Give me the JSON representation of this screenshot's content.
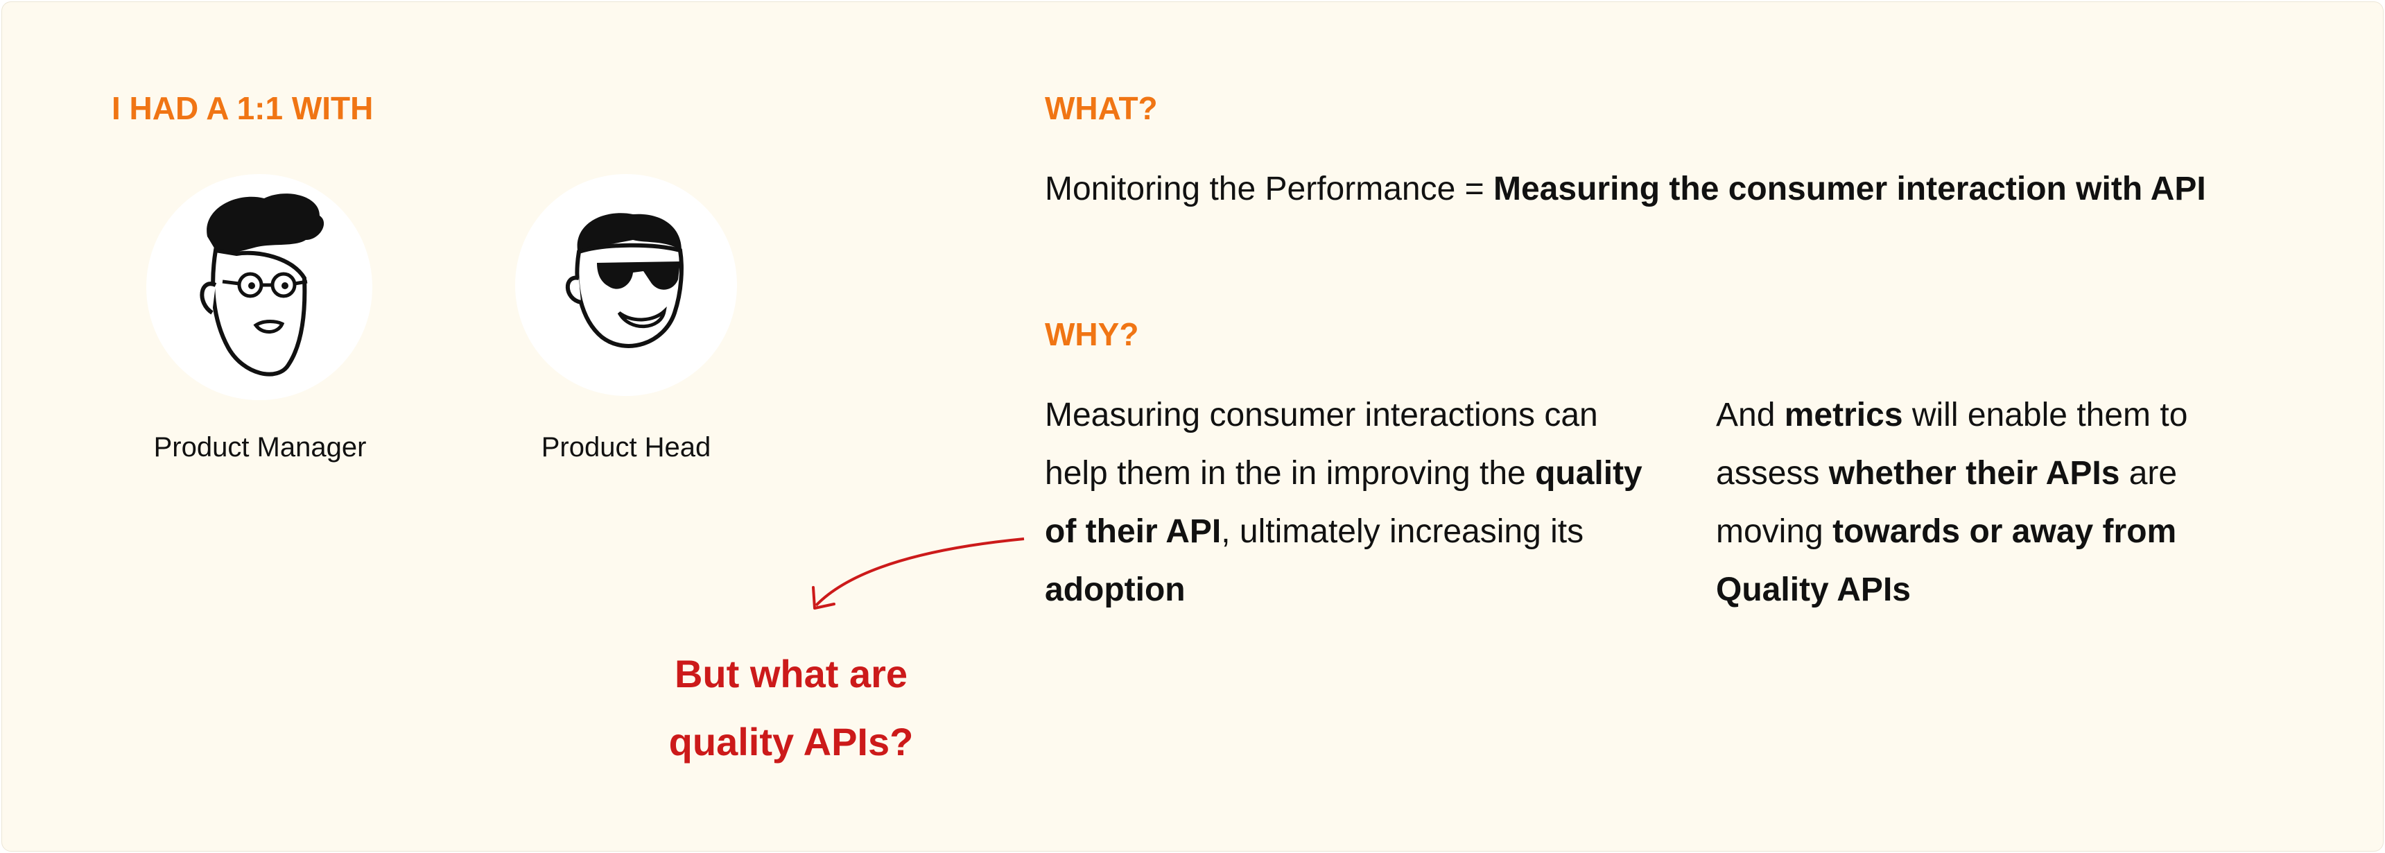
{
  "left": {
    "heading": "I HAD A 1:1 WITH",
    "people": [
      {
        "label": "Product Manager",
        "icon": "product-manager-avatar-icon"
      },
      {
        "label": "Product Head",
        "icon": "product-head-avatar-icon"
      }
    ]
  },
  "what": {
    "heading": "WHAT?",
    "lead": "Monitoring the Performance = ",
    "bold": "Measuring the consumer interaction with API"
  },
  "why": {
    "heading": "WHY?",
    "col1": {
      "t1": "Measuring consumer interactions can help them in the in improving the ",
      "b1": "quality of their API",
      "t2": ", ultimately increasing its ",
      "b2": "adoption"
    },
    "col2": {
      "t1": "And ",
      "b1": "metrics",
      "t2": " will enable them to assess ",
      "b2": "whether their APIs",
      "t3": " are moving ",
      "b3": "towards or away from Quality APIs"
    }
  },
  "callout": {
    "line1": "But what are",
    "line2": "quality APIs?"
  },
  "colors": {
    "background": "#fefaef",
    "accent_orange": "#f07514",
    "accent_red": "#cc1a1a",
    "text": "#111111"
  }
}
